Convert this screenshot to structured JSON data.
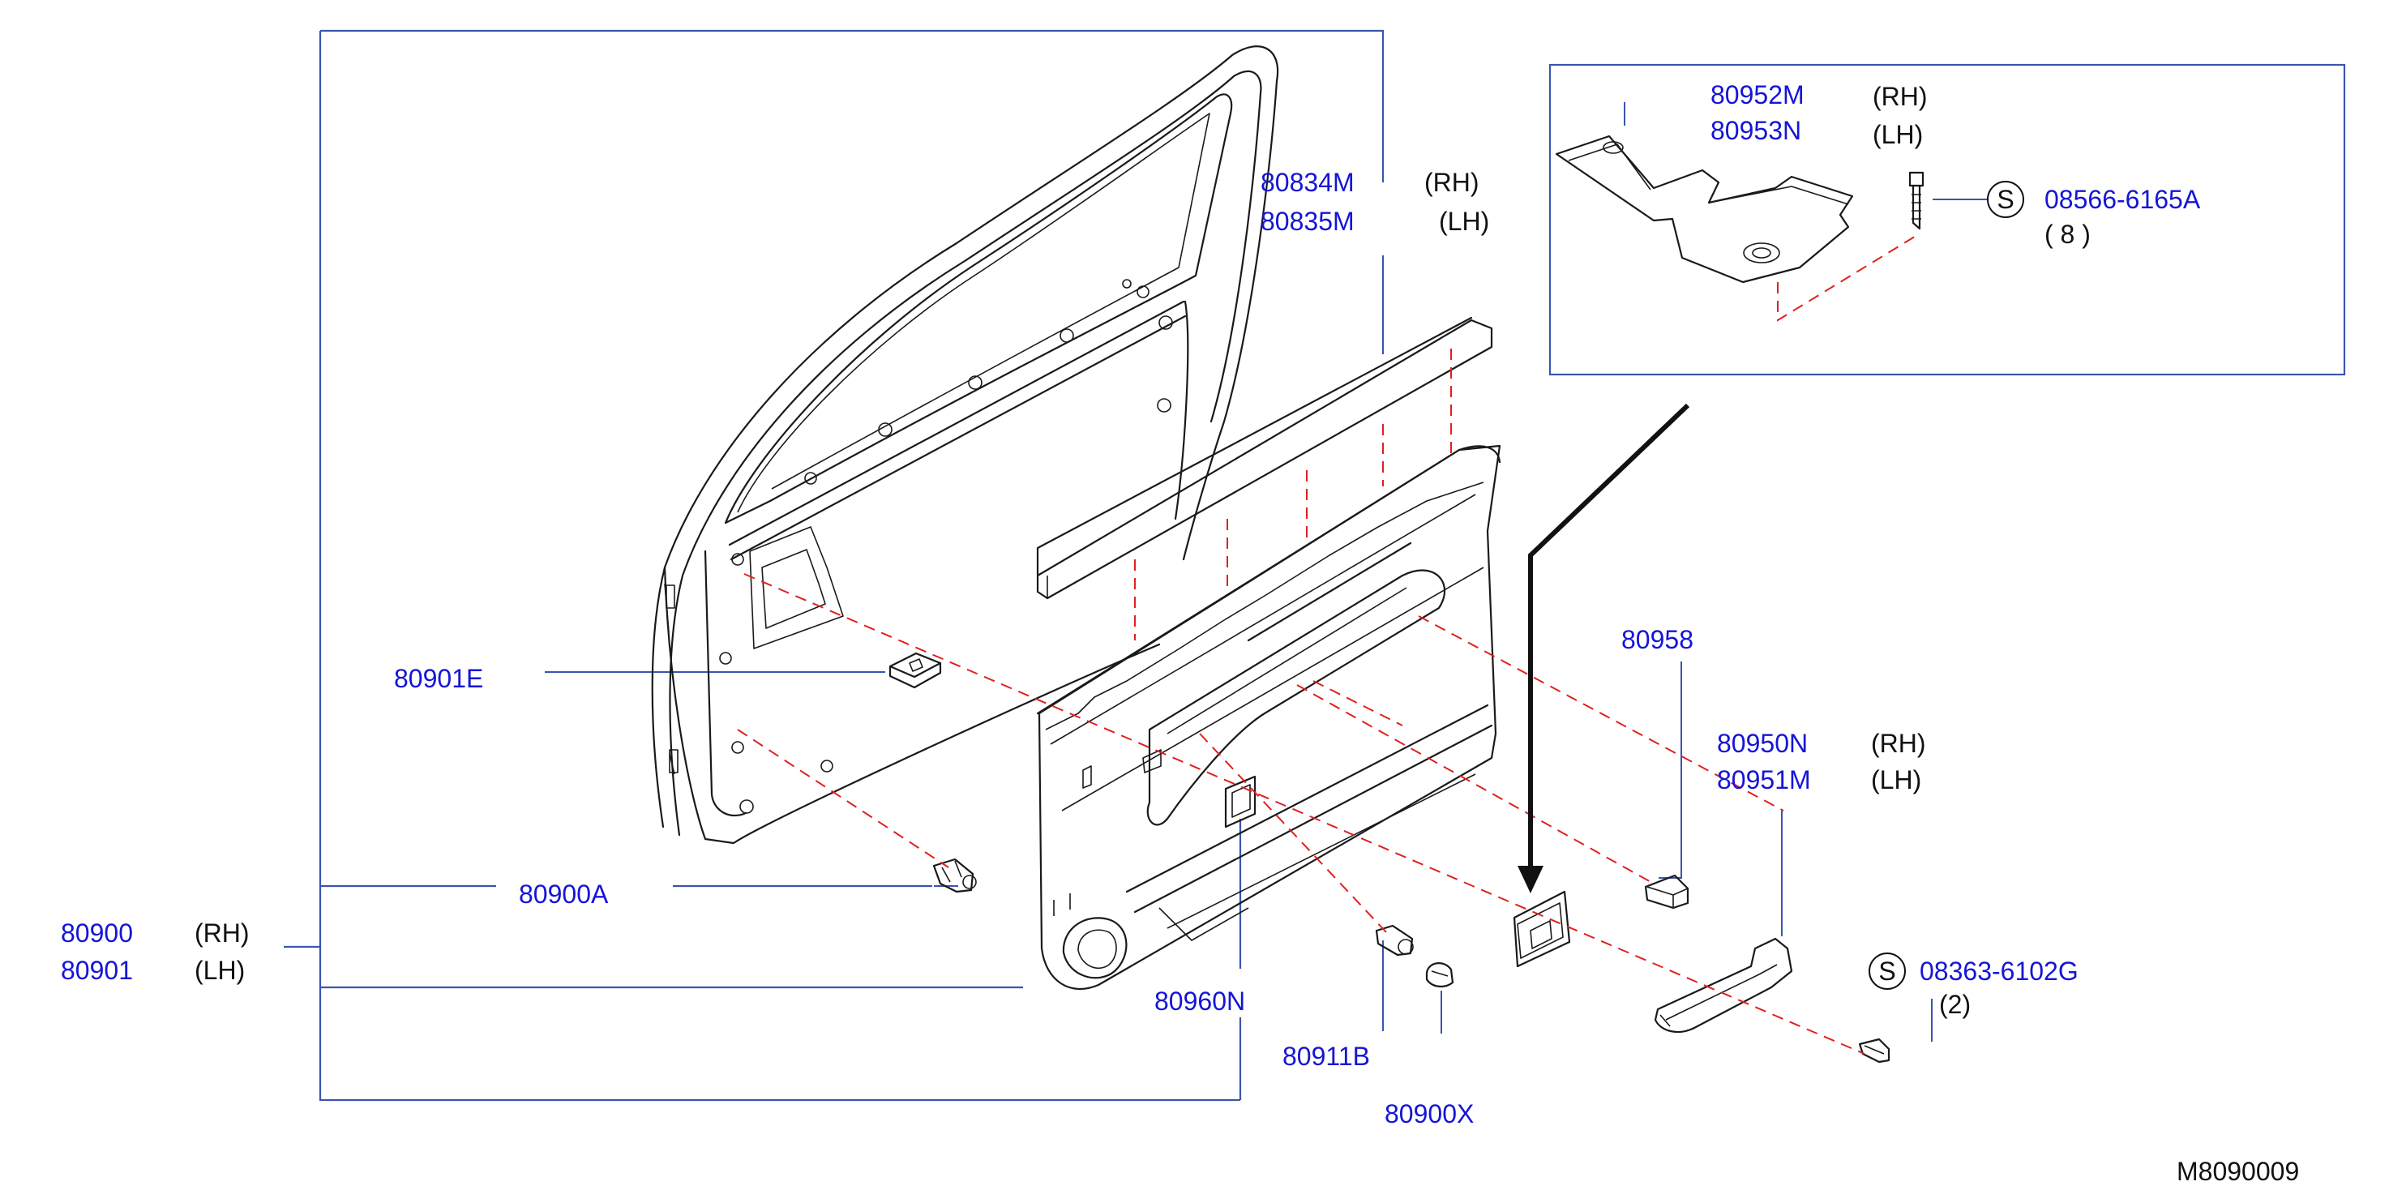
{
  "parts": {
    "door_finisher_rh": "80900",
    "door_finisher_lh": "80901",
    "rh": "(RH)",
    "lh": "(LH)",
    "finisher_clip": "80900A",
    "clip_e": "80901E",
    "seal_rh": "80834M",
    "seal_lh": "80835M",
    "bracket_rh": "80952M",
    "bracket_lh": "80953N",
    "bolt": "08566-6165A",
    "bolt_qty": "( 8 )",
    "bracket_small": "80958",
    "grip_rh": "80950N",
    "grip_lh": "80951M",
    "screw": "08363-6102G",
    "screw_qty": "(2)",
    "switch_plate": "80960N",
    "grommet": "80911B",
    "clip_x": "80900X",
    "s_symbol": "S",
    "diagram_code": "M8090009"
  },
  "colors": {
    "part_number": "#1515d6",
    "frame": "#3a55b0",
    "dashed_guide": "#e02020",
    "line_art": "#1a1a1a"
  }
}
